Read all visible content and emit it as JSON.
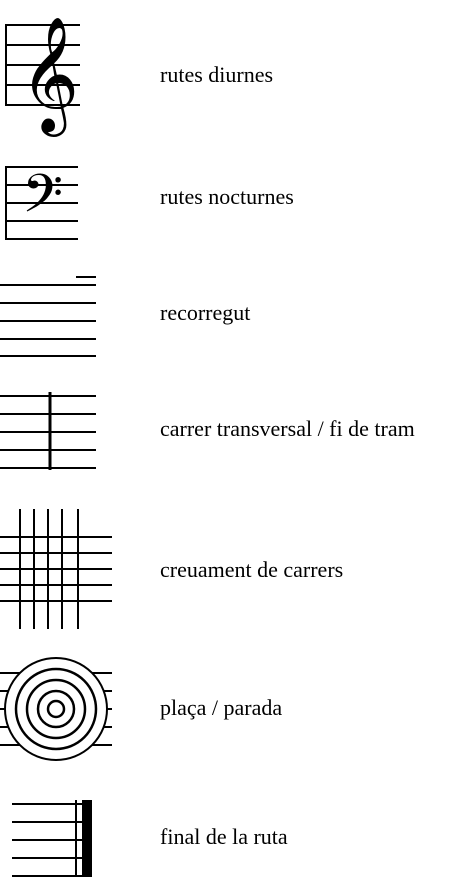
{
  "legend": {
    "items": [
      {
        "symbol": "treble-clef-staff-icon",
        "label": "rutes diurnes"
      },
      {
        "symbol": "bass-clef-staff-icon",
        "label": "rutes nocturnes"
      },
      {
        "symbol": "staff-lines-icon",
        "label": "recorregut"
      },
      {
        "symbol": "staff-barline-icon",
        "label": "carrer transversal / fi de tram"
      },
      {
        "symbol": "street-grid-icon",
        "label": "creuament de carrers"
      },
      {
        "symbol": "concentric-circles-icon",
        "label": "plaça / parada"
      },
      {
        "symbol": "final-barline-icon",
        "label": "final de la ruta"
      }
    ]
  }
}
